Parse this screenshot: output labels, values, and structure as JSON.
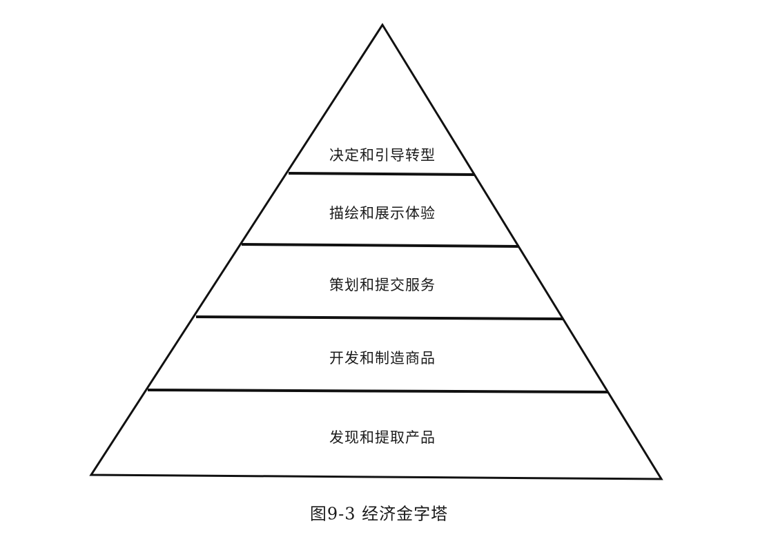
{
  "diagram": {
    "tiers": [
      {
        "label": "决定和引导转型"
      },
      {
        "label": "描绘和展示体验"
      },
      {
        "label": "策划和提交服务"
      },
      {
        "label": "开发和制造商品"
      },
      {
        "label": "发现和提取产品"
      }
    ],
    "caption": "图9-3  经济金字塔",
    "line_color": "#111111"
  }
}
